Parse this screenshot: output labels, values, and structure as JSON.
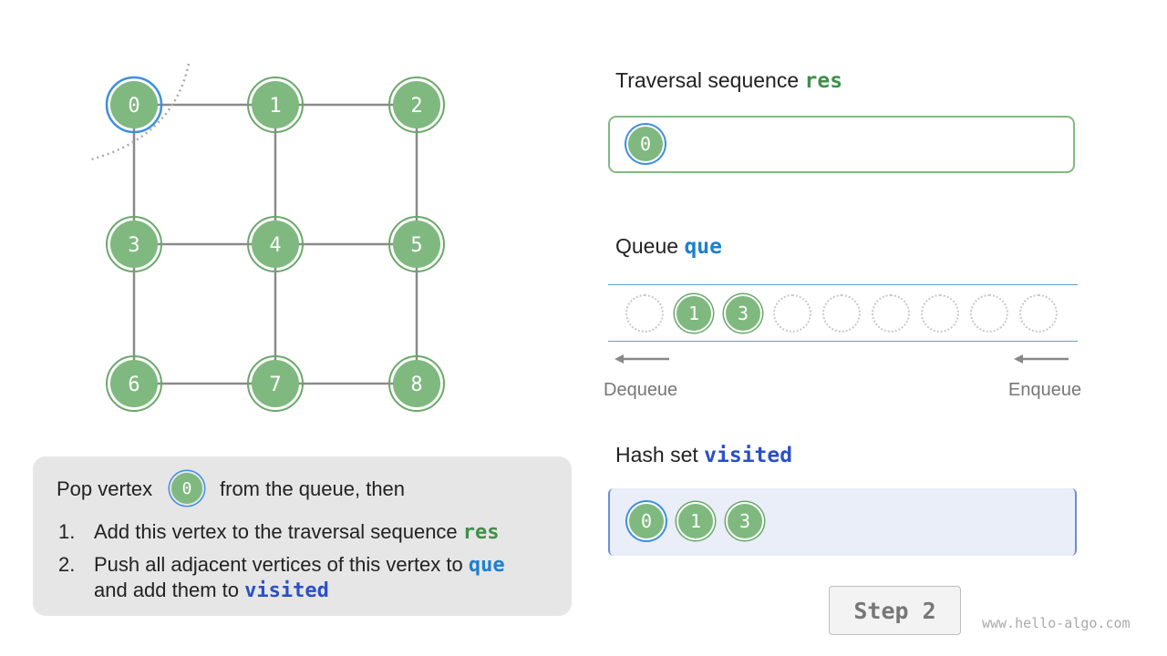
{
  "graph": {
    "nodes": [
      {
        "id": "0",
        "label": "0",
        "highlighted": true
      },
      {
        "id": "1",
        "label": "1",
        "highlighted": false
      },
      {
        "id": "2",
        "label": "2",
        "highlighted": false
      },
      {
        "id": "3",
        "label": "3",
        "highlighted": false
      },
      {
        "id": "4",
        "label": "4",
        "highlighted": false
      },
      {
        "id": "5",
        "label": "5",
        "highlighted": false
      },
      {
        "id": "6",
        "label": "6",
        "highlighted": false
      },
      {
        "id": "7",
        "label": "7",
        "highlighted": false
      },
      {
        "id": "8",
        "label": "8",
        "highlighted": false
      }
    ],
    "edges": [
      [
        "0",
        "1"
      ],
      [
        "1",
        "2"
      ],
      [
        "0",
        "3"
      ],
      [
        "1",
        "4"
      ],
      [
        "2",
        "5"
      ],
      [
        "3",
        "4"
      ],
      [
        "4",
        "5"
      ],
      [
        "3",
        "6"
      ],
      [
        "4",
        "7"
      ],
      [
        "5",
        "8"
      ],
      [
        "6",
        "7"
      ],
      [
        "7",
        "8"
      ]
    ]
  },
  "res_section": {
    "title_prefix": "Traversal sequence ",
    "title_kw": "res",
    "items": [
      "0"
    ]
  },
  "queue_section": {
    "title_prefix": "Queue ",
    "title_kw": "que",
    "slots": [
      "",
      "1",
      "3",
      "",
      "",
      "",
      "",
      "",
      ""
    ],
    "dequeue_label": "Dequeue",
    "enqueue_label": "Enqueue"
  },
  "visited_section": {
    "title_prefix": "Hash set ",
    "title_kw": "visited",
    "items": [
      "0",
      "1",
      "3"
    ]
  },
  "info": {
    "line1_prefix": "Pop vertex",
    "line1_chip": "0",
    "line1_suffix": "from the queue, then",
    "step1_num": "1.",
    "step1_text": "Add this vertex to the traversal sequence ",
    "step1_kw": "res",
    "step2_num": "2.",
    "step2_text": "Push all adjacent vertices of this vertex to ",
    "step2_kw": "que",
    "step2_line2_text": "and add them to ",
    "step2_line2_kw": "visited"
  },
  "step_button": {
    "label": "Step 2"
  },
  "watermark": "www.hello-algo.com",
  "colors": {
    "node": "#7fb97f",
    "node_border": "#6aa86a",
    "highlight": "#3d8fe0",
    "edge": "#8a8a8a"
  }
}
